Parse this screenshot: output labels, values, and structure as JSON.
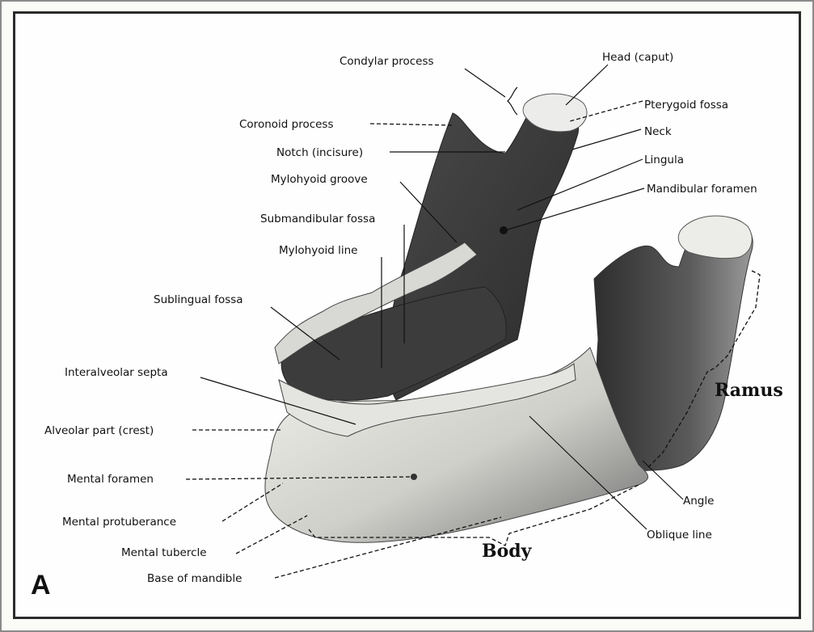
{
  "figure_letter": "A",
  "labels": {
    "condylar_process": "Condylar process",
    "head_caput": "Head (caput)",
    "pterygoid_fossa": "Pterygoid fossa",
    "coronoid_process": "Coronoid process",
    "neck": "Neck",
    "notch": "Notch (incisure)",
    "lingula": "Lingula",
    "mylohyoid_groove": "Mylohyoid groove",
    "mandibular_foramen": "Mandibular foramen",
    "submandibular_fossa": "Submandibular fossa",
    "mylohyoid_line": "Mylohyoid line",
    "sublingual_fossa": "Sublingual fossa",
    "interalveolar_septa": "Interalveolar septa",
    "alveolar_part": "Alveolar part (crest)",
    "mental_foramen": "Mental foramen",
    "mental_protuberance": "Mental protuberance",
    "mental_tubercle": "Mental tubercle",
    "base_of_mandible": "Base of mandible",
    "ramus": "Ramus",
    "body": "Body",
    "angle": "Angle",
    "oblique_line": "Oblique line"
  },
  "colors": {
    "bone_dark": "#3a3a3a",
    "bone_mid": "#7a7a7a",
    "bone_light": "#e8e8e4",
    "text": "#111111"
  }
}
